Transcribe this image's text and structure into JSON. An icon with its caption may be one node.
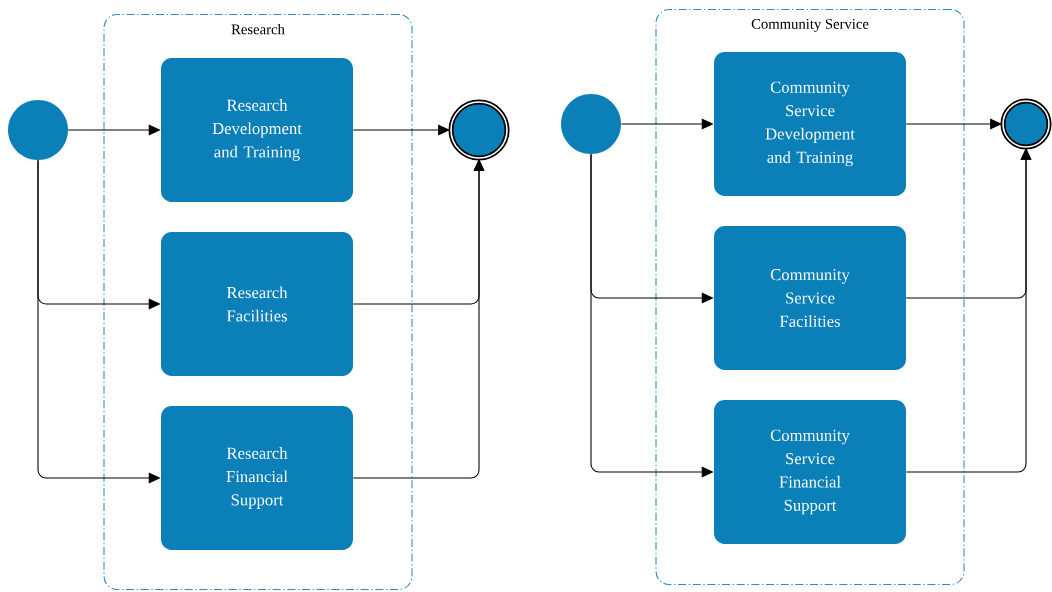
{
  "diagram": {
    "nodes": [
      {
        "text": [
          "Research"
        ]
      },
      {
        "text": [
          "Research Development and Training"
        ],
        "in": 0
      },
      {
        "text": [
          "Research Facilities"
        ],
        "in": 0
      },
      {
        "text": [
          "Research Financial Support"
        ],
        "in": 0
      },
      {
        "text": [],
        "shape": "circle"
      },
      {
        "text": [],
        "shape": "circle"
      },
      {
        "text": [
          "Community Service"
        ]
      },
      {
        "text": [
          "Community Service Development and Training"
        ],
        "in": 6
      },
      {
        "text": [
          "Community Service Facilities"
        ],
        "in": 6
      },
      {
        "text": [
          "Community Service Financial Support"
        ],
        "in": 6
      },
      {
        "text": [],
        "shape": "circle"
      },
      {
        "text": [],
        "shape": "circle"
      }
    ],
    "edges": [
      {
        "from": 4,
        "to": 1,
        "arrow": "to"
      },
      {
        "from": 4,
        "to": 2,
        "arrow": "to"
      },
      {
        "from": 4,
        "to": 3,
        "arrow": "to"
      },
      {
        "from": 1,
        "to": 5,
        "arrow": "to"
      },
      {
        "from": 2,
        "to": 5,
        "arrow": "to"
      },
      {
        "from": 3,
        "to": 5,
        "arrow": "to"
      },
      {
        "from": 10,
        "to": 7,
        "arrow": "to"
      },
      {
        "from": 10,
        "to": 8,
        "arrow": "to"
      },
      {
        "from": 10,
        "to": 9,
        "arrow": "to"
      },
      {
        "from": 7,
        "to": 11,
        "arrow": "to"
      },
      {
        "from": 8,
        "to": 11,
        "arrow": "to"
      },
      {
        "from": 9,
        "to": 11,
        "arrow": "to"
      }
    ]
  }
}
